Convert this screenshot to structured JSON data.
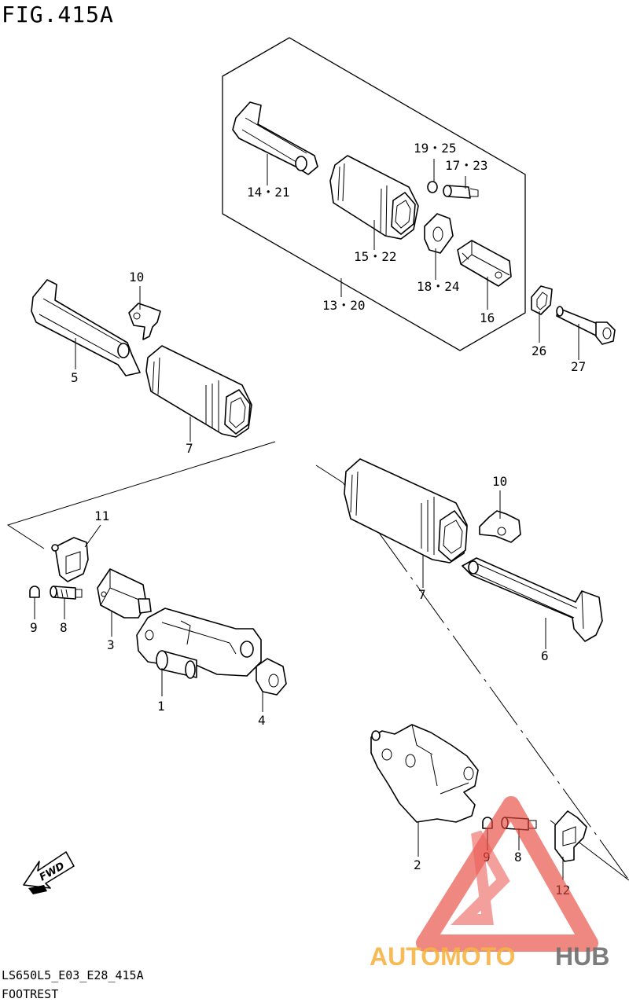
{
  "figure": {
    "title": "FIG.415A",
    "code": "LS650L5_E03_E28_415A",
    "name": "FOOTREST"
  },
  "fwd_badge": "FWD",
  "watermark": {
    "brand_part1": "AUTOMOTO",
    "brand_part2": "HUB",
    "colors": {
      "orange": "#f5a623",
      "red": "#e8453c",
      "gray": "#555555"
    }
  },
  "callouts": {
    "c1": "1",
    "c2": "2",
    "c3": "3",
    "c4": "4",
    "c5": "5",
    "c6": "6",
    "c7a": "7",
    "c7b": "7",
    "c8a": "8",
    "c8b": "8",
    "c9a": "9",
    "c9b": "9",
    "c10a": "10",
    "c10b": "10",
    "c11": "11",
    "c12": "12",
    "c13_20": "13・20",
    "c14_21": "14・21",
    "c15_22": "15・22",
    "c16": "16",
    "c17_23": "17・23",
    "c18_24": "18・24",
    "c19_25": "19・25",
    "c26": "26",
    "c27": "27"
  }
}
